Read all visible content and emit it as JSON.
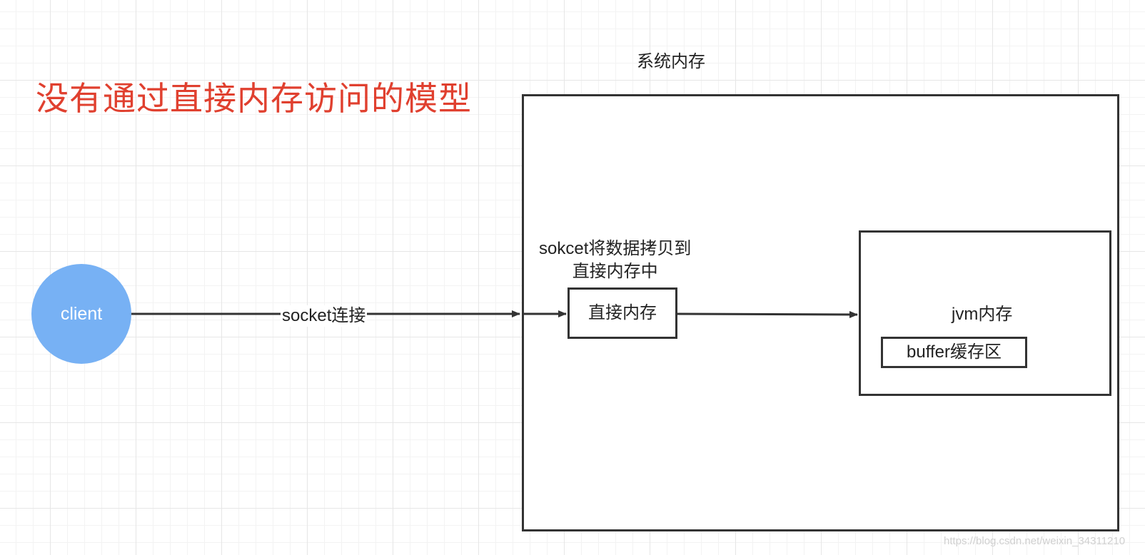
{
  "title": "没有通过直接内存访问的模型",
  "nodes": {
    "client": "client",
    "system_memory": "系统内存",
    "copy_note_line1": "sokcet将数据拷贝到",
    "copy_note_line2": "直接内存中",
    "direct_memory": "直接内存",
    "jvm_memory": "jvm内存",
    "buffer": "buffer缓存区"
  },
  "edges": {
    "client_to_direct": "socket连接",
    "direct_to_jvm": ""
  },
  "watermark": "https://blog.csdn.net/weixin_34311210",
  "colors": {
    "title": "#e0402f",
    "client_fill": "#77b1f4",
    "stroke": "#333333",
    "grid": "#e6e6e6"
  }
}
